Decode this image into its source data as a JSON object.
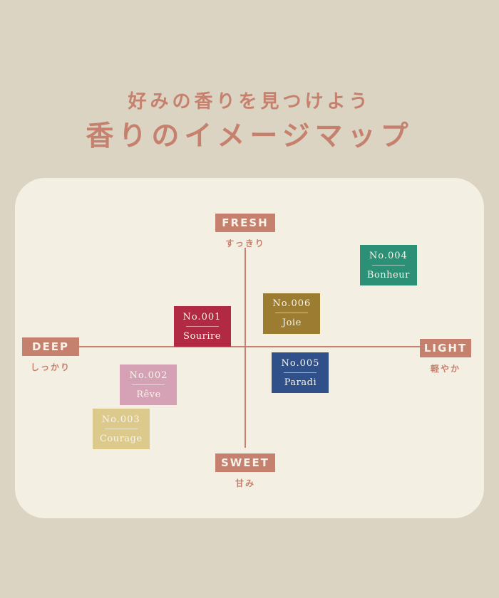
{
  "colors": {
    "background": "#dcd4c3",
    "card_background": "#f4efe3",
    "accent_terracotta": "#c5816e",
    "label_text": "#f7f2e9"
  },
  "header": {
    "subtitle": "好みの香りを見つけよう",
    "title": "香りのイメージマップ"
  },
  "axes": {
    "top": {
      "label": "FRESH",
      "sub": "すっきり"
    },
    "bottom": {
      "label": "SWEET",
      "sub": "甘み"
    },
    "left": {
      "label": "DEEP",
      "sub": "しっかり"
    },
    "right": {
      "label": "LIGHT",
      "sub": "軽やか"
    }
  },
  "chart_data": {
    "type": "scatter",
    "title": "香りのイメージマップ",
    "subtitle": "好みの香りを見つけよう",
    "x_axis": {
      "negative_label": "DEEP",
      "negative_sub": "しっかり",
      "positive_label": "LIGHT",
      "positive_sub": "軽やか",
      "range": [
        -1,
        1
      ]
    },
    "y_axis": {
      "positive_label": "FRESH",
      "positive_sub": "すっきり",
      "negative_label": "SWEET",
      "negative_sub": "甘み",
      "range": [
        -1,
        1
      ]
    },
    "grid": false,
    "legend": "none",
    "points": [
      {
        "number": "No.001",
        "name": "Sourire",
        "x": -0.25,
        "y": 0.2,
        "color": "#b12942"
      },
      {
        "number": "No.002",
        "name": "Rêve",
        "x": -0.56,
        "y": -0.38,
        "color": "#d5a1b4"
      },
      {
        "number": "No.003",
        "name": "Courage",
        "x": -0.72,
        "y": -0.82,
        "color": "#dcc98c"
      },
      {
        "number": "No.004",
        "name": "Bonheur",
        "x": 0.83,
        "y": 0.81,
        "color": "#2b9076"
      },
      {
        "number": "No.005",
        "name": "Paradi",
        "x": 0.32,
        "y": -0.26,
        "color": "#30508a"
      },
      {
        "number": "No.006",
        "name": "Joie",
        "x": 0.27,
        "y": 0.33,
        "color": "#9c7c31"
      }
    ]
  }
}
